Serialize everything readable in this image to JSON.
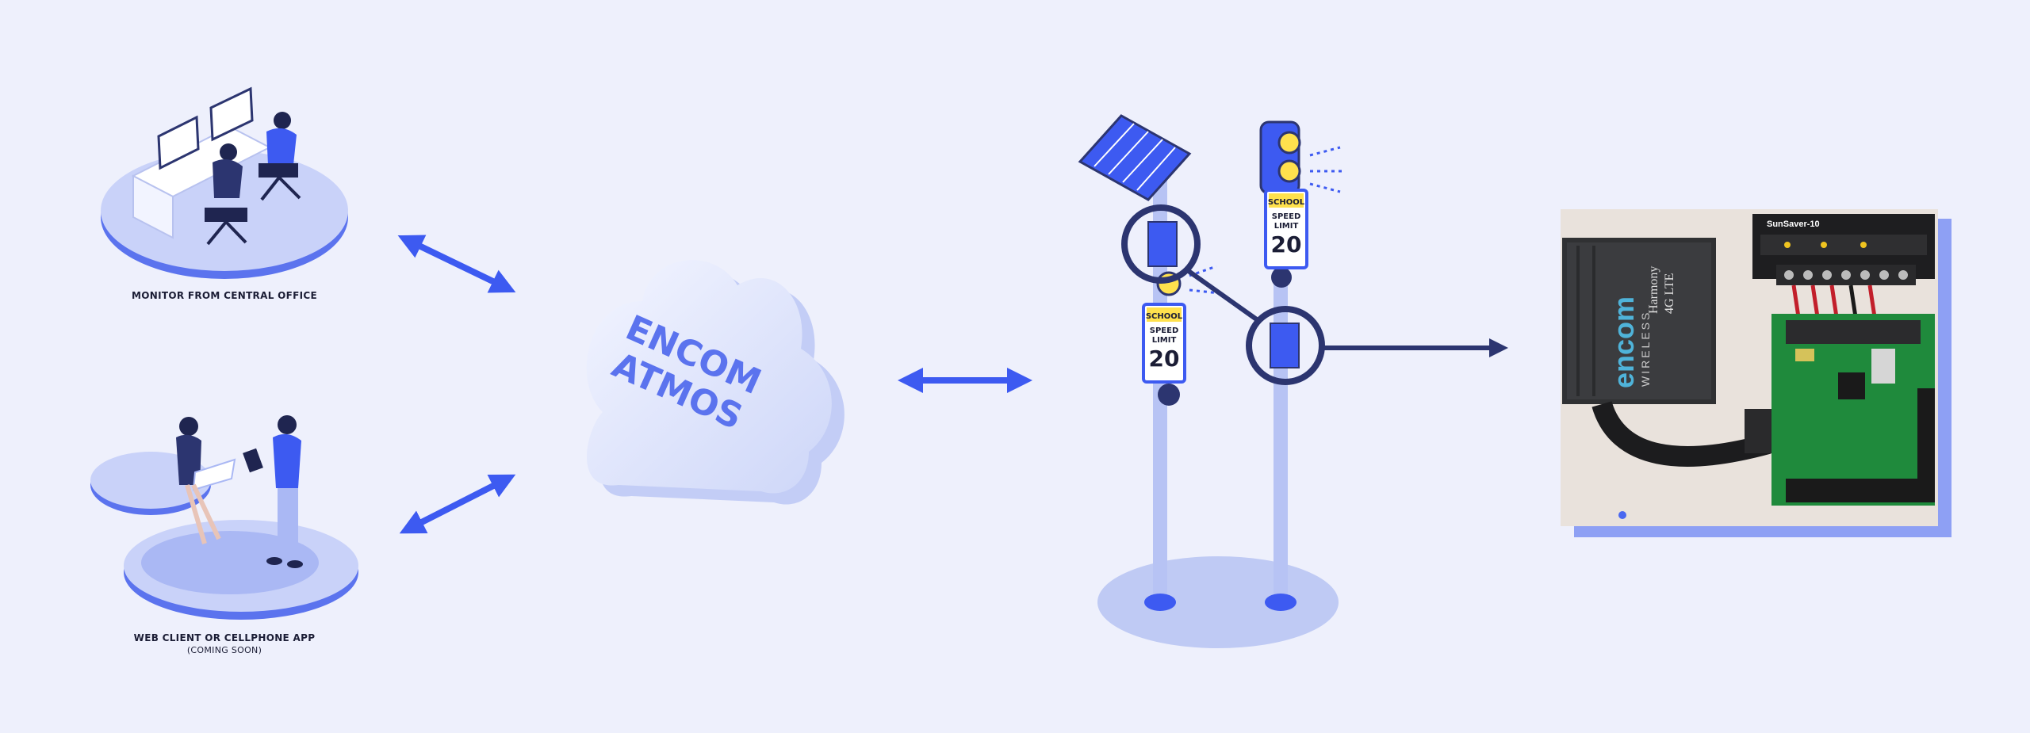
{
  "labels": {
    "office": "MONITOR FROM CENTRAL OFFICE",
    "web_client": "WEB CLIENT OR CELLPHONE APP",
    "web_client_note": "(COMING SOON)"
  },
  "cloud": {
    "line1": "ENCOM",
    "line2": "ATMOS"
  },
  "signs": {
    "school": "SCHOOL",
    "speed": "SPEED",
    "limit": "LIMIT",
    "number": "20"
  },
  "device": {
    "brand": "encom",
    "brand_sub": "WIRELESS",
    "model_line1": "Harmony",
    "model_line2": "4G LTE",
    "controller": "SunSaver-10"
  },
  "colors": {
    "background": "#eef0fc",
    "accent": "#3d5af1",
    "navy": "#2c3570",
    "pale": "#c7d0f7"
  }
}
